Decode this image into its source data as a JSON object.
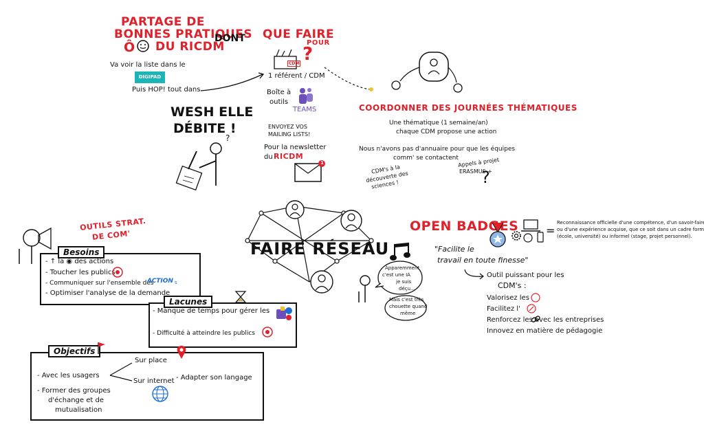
{
  "top_left": {
    "title_line1": "PARTAGE DE",
    "title_line2": "BONNES PRATIQUES",
    "title_line3_prefix": "Ô",
    "title_line3_suffix": "DU RICDM",
    "dont_label": "DONT",
    "list_text": "Va voir la liste dans le",
    "digipad_label": "DIGIPAD",
    "hop_text": "Puis HOP! tout dans"
  },
  "que_faire": {
    "title": "QUE FAIRE",
    "subtitle": "POUR",
    "question": "?",
    "cdm_box": "CDM",
    "item1": "1 référent / CDM",
    "item2_line1": "Boîte à",
    "item2_line2": "outils",
    "teams_label": "TEAMS",
    "item3_line1": "ENVOYEZ VOS",
    "item3_line2": "MAILING LISTS!",
    "item4_line1": "Pour la newsletter",
    "item4_line2": "du",
    "item4_ricdm": "RICDM",
    "mail_badge": "1"
  },
  "wesh": {
    "line1": "WESH ELLE",
    "line2": "DÉBITE !",
    "question": "?"
  },
  "coordonner": {
    "title": "COORDONNER DES JOURNÉES THÉMATIQUES",
    "line1": "Une thématique (1 semaine/an)",
    "line2": "chaque CDM propose une action",
    "line3": "Nous n'avons pas d'annuaire pour que les équipes",
    "line4": "comm' se contactent",
    "cdm_line1": "CDM's à la",
    "cdm_line2": "découverte des",
    "cdm_line3": "sciences !",
    "appels_line1": "Appels à projet",
    "appels_line2": "ERASMUS +",
    "question": "?"
  },
  "outils": {
    "title_line1": "OUTILS STRAT.",
    "title_line2": "DE COM'"
  },
  "besoins": {
    "title": "Besoins",
    "items": [
      "- ↑ la ◉ des actions",
      "- Toucher les publics",
      "- Communiquer sur l'ensemble des",
      "- Optimiser l'analyse de la demande"
    ],
    "action_logo": "ACTION",
    "action_sub": "s"
  },
  "lacunes": {
    "title": "Lacunes",
    "items": [
      "- Manque de temps pour gérer les",
      "- Difficulté à atteindre les publics"
    ]
  },
  "objectifs": {
    "title": "Objectifs",
    "items": [
      "- Avec les usagers",
      "- Former des groupes",
      "d'échange et de",
      "mutualisation"
    ],
    "branch1": "Sur place",
    "branch2": "Sur internet",
    "branch3": "- Adapter son langage"
  },
  "center": {
    "title_line1": "FAIRE RÉSEAU"
  },
  "chat": {
    "bubble1_line1": "Apparemment",
    "bubble1_line2": "c'est une IA",
    "bubble1_line3": "je suis",
    "bubble1_line4": "déçu...",
    "bubble2_line1": "Mais c'est très",
    "bubble2_line2": "chouette quand",
    "bubble2_line3": "même"
  },
  "badges": {
    "title": "OPEN BADGES",
    "equals": "=",
    "definition_line1": "Reconnaissance officielle d'une compétence, d'un savoir-faire",
    "definition_line2": "ou d'une expérience acquise, que ce soit dans un cadre formel",
    "definition_line3": "(école, université) ou informel (stage, projet personnel).",
    "quote_line1": "\"Facilite le",
    "quote_line2": "travail en toute finesse\"",
    "outil_line1": "Outil puissant pour les",
    "outil_line2": "CDM's :",
    "benefits": [
      "Valorisez les",
      "Facilitez l'",
      "Renforcez les     avec les entreprises",
      "Innovez en matière de pédagogie"
    ]
  },
  "colors": {
    "accent_red": "#e0202a",
    "teams_purple": "#6b4fbb",
    "digipad_teal": "#1bb5b5",
    "action_blue": "#1d6fd6"
  }
}
